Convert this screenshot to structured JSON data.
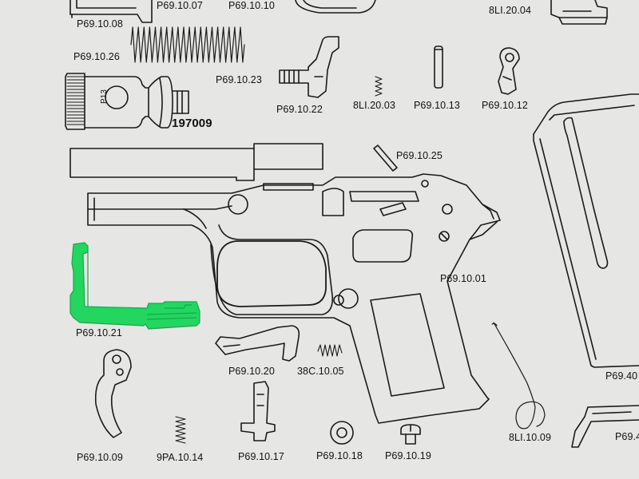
{
  "labels": {
    "p691007": "P69.10.07",
    "p691010": "P69.10.10",
    "l82004": "8LI.20.04",
    "p691008": "P69.10.08",
    "p691026": "P69.10.26",
    "p691023": "P69.10.23",
    "p691022": "P69.10.22",
    "l82003": "8LI.20.03",
    "p691013": "P69.10.13",
    "p691012": "P69.10.12",
    "s197009": "197009",
    "p691025": "P69.10.25",
    "p691001": "P69.10.01",
    "p691021": "P69.10.21",
    "p691020": "P69.10.20",
    "c381005": "38C.10.05",
    "p6940": "P69.40",
    "p691009": "P69.10.09",
    "pa91014": "9PA.10.14",
    "p691017": "P69.10.17",
    "p691018": "P69.10.18",
    "p691019": "P69.10.19",
    "l81009": "8LI.10.09",
    "p694b": "P69.4",
    "engraving": "P13"
  },
  "colors": {
    "highlight": "#22d660",
    "highlight_stroke": "#17a84a",
    "ink": "#1a1a1a",
    "paper": "#e6e6e4"
  },
  "highlighted_part": "P69.10.21"
}
